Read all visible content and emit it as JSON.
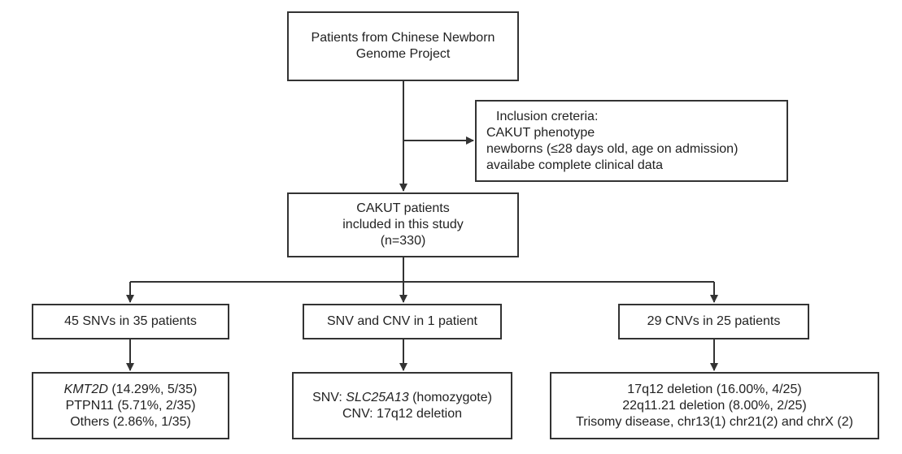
{
  "boxes": {
    "source": {
      "lines": [
        "Patients from Chinese Newborn",
        "Genome Project"
      ]
    },
    "criteria": {
      "heading": "Inclusion creteria:",
      "items": [
        "CAKUT phenotype",
        "newborns (≤28 days old, age on admission)",
        "availabe complete clinical data"
      ]
    },
    "included": {
      "lines": [
        "CAKUT patients",
        "included in this study",
        "(n=330)"
      ]
    },
    "snv_group": {
      "label": "45 SNVs in 35 patients"
    },
    "mixed_group": {
      "label": "SNV and CNV in 1 patient"
    },
    "cnv_group": {
      "label": "29 CNVs in 25 patients"
    },
    "snv_detail": {
      "line1_gene": "KMT2D",
      "line1_rest": " (14.29%, 5/35)",
      "line2": "PTPN11 (5.71%, 2/35)",
      "line3": "Others (2.86%, 1/35)"
    },
    "mixed_detail": {
      "line1_prefix": "SNV: ",
      "line1_gene": "SLC25A13",
      "line1_rest": " (homozygote)",
      "line2": "CNV: 17q12 deletion"
    },
    "cnv_detail": {
      "lines": [
        "17q12 deletion (16.00%, 4/25)",
        "22q11.21 deletion (8.00%, 2/25)",
        "Trisomy disease, chr13(1) chr21(2) and chrX (2)"
      ]
    }
  },
  "colors": {
    "stroke": "#333333",
    "text": "#222222",
    "background": "#ffffff"
  }
}
